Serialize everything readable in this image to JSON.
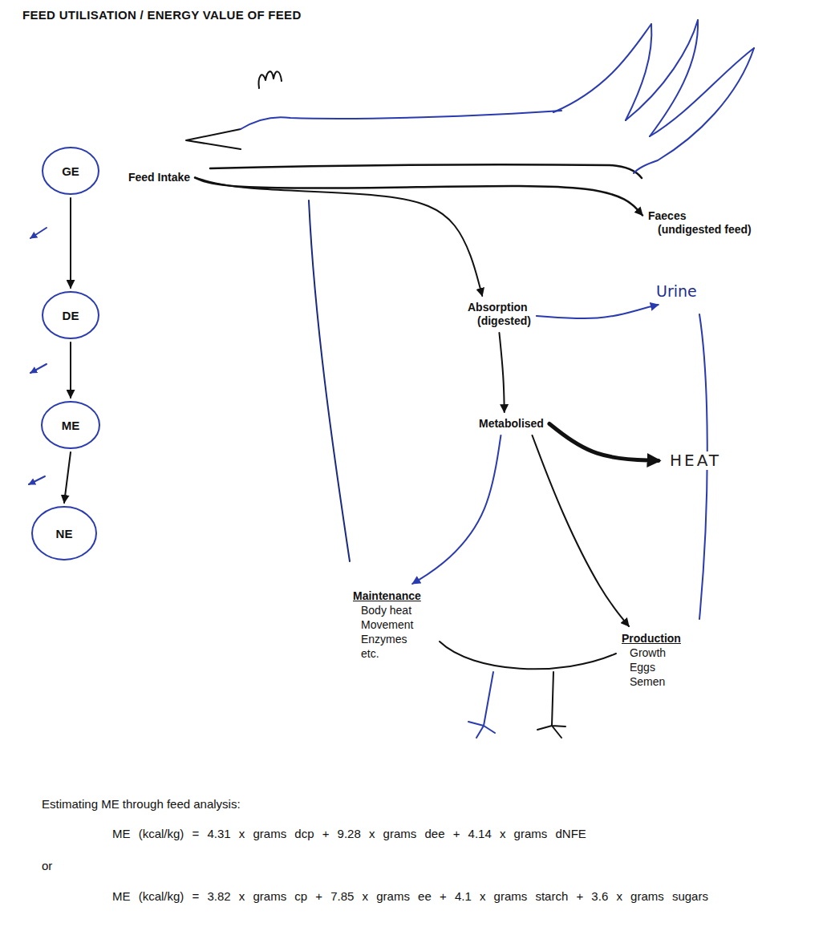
{
  "diagram": {
    "title": "FEED UTILISATION / ENERGY VALUE OF FEED",
    "nodes": [
      {
        "text": [
          "GE"
        ]
      },
      {
        "text": [
          "DE"
        ]
      },
      {
        "text": [
          "ME"
        ]
      },
      {
        "text": [
          "NE"
        ]
      },
      {
        "text": [
          "Feed Intake"
        ]
      },
      {
        "text": [
          "Faeces",
          "(undigested feed)"
        ]
      },
      {
        "text": [
          "Urine"
        ]
      },
      {
        "text": [
          "Absorption",
          "(digested)"
        ]
      },
      {
        "text": [
          "Metabolised"
        ]
      },
      {
        "text": [
          "HEAT"
        ]
      },
      {
        "text": [
          "Maintenance",
          "Body heat Movement Enzymes etc."
        ]
      },
      {
        "text": [
          "Production",
          "Growth Eggs Semen"
        ]
      }
    ],
    "edges": [
      {
        "from": 0,
        "to": 1,
        "arrow": "to"
      },
      {
        "from": 1,
        "to": 2,
        "arrow": "to"
      },
      {
        "from": 2,
        "to": 3,
        "arrow": "to"
      },
      {
        "from": 4,
        "to": 5,
        "arrow": "to"
      },
      {
        "from": 4,
        "to": 7,
        "arrow": "to"
      },
      {
        "from": 7,
        "to": 6,
        "arrow": "to"
      },
      {
        "from": 7,
        "to": 8,
        "arrow": "to"
      },
      {
        "from": 8,
        "to": 10,
        "arrow": "to"
      },
      {
        "from": 8,
        "to": 11,
        "arrow": "to"
      },
      {
        "from": 8,
        "to": 9,
        "arrow": "to"
      }
    ],
    "labels": [
      "Estimating ME through feed analysis:",
      "ME (kcal/kg) = 4.31 x grams dcp + 9.28 x grams dee + 4.14 x grams dNFE",
      "or",
      "ME (kcal/kg) = 3.82 x grams cp + 7.85 x grams ee + 4.1 x grams starch + 3.6 x grams sugars"
    ]
  }
}
